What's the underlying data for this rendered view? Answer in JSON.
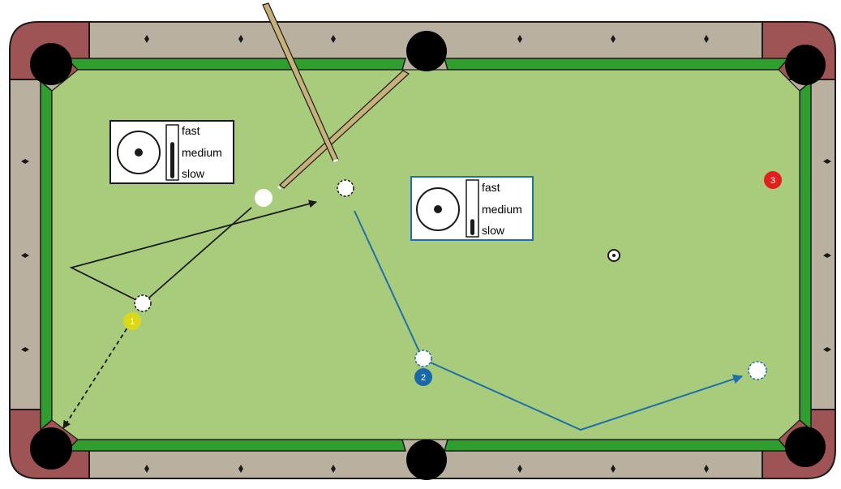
{
  "colors": {
    "felt": "#a8cc7c",
    "cushion": "#2f9e2f",
    "rail_wood": "#b9b09f",
    "corner_leather": "#9e5454",
    "pocket": "#000000",
    "outline": "#1a1a1a",
    "cue_wood": "#c8b07a",
    "cue_ball": "#ffffff",
    "ball_1": "#d9d91a",
    "ball_2": "#1869a8",
    "ball_3": "#e02020",
    "path_black": "#1a1a1a",
    "path_blue": "#1f6fa8",
    "panel_border_black": "#1a1a1a",
    "panel_border_blue": "#1f6fa8"
  },
  "icons": [
    "diamond-icon",
    "pocket-icon",
    "cue-stick-icon",
    "cue-ball-icon",
    "ghost-ball-icon",
    "object-ball-icon",
    "spot-icon",
    "arrow-icon",
    "tip-position-icon",
    "speed-meter-icon"
  ],
  "speed_panels": [
    {
      "name": "shot-1",
      "labels": {
        "fast": "fast",
        "medium": "medium",
        "slow": "slow"
      },
      "tip": "center",
      "speed": "fast",
      "speed_fill": 0.7
    },
    {
      "name": "shot-2",
      "labels": {
        "fast": "fast",
        "medium": "medium",
        "slow": "slow"
      },
      "tip": "center",
      "speed": "slow",
      "speed_fill": 0.3
    }
  ],
  "balls": [
    {
      "name": "ball-1",
      "number": "1",
      "color": "#d9d91a"
    },
    {
      "name": "ball-2",
      "number": "2",
      "color": "#1869a8"
    },
    {
      "name": "ball-3",
      "number": "3",
      "color": "#e02020"
    }
  ]
}
